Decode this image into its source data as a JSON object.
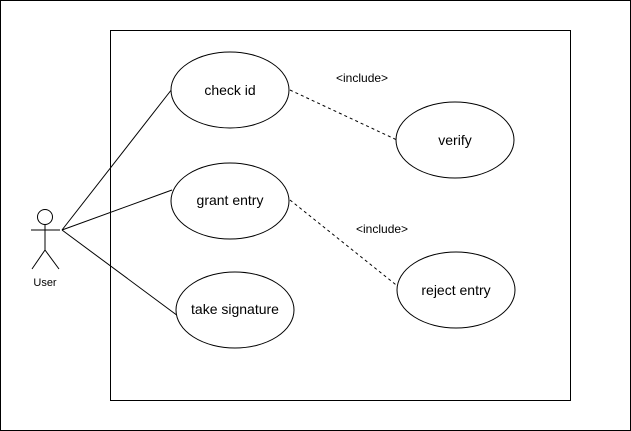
{
  "diagram": {
    "actor": {
      "label": "User"
    },
    "use_cases": {
      "check_id": "check id",
      "verify": "verify",
      "grant_entry": "grant entry",
      "reject_entry": "reject entry",
      "take_signature": "take signature"
    },
    "relations": {
      "include_verify": "<include>",
      "include_reject": "<include>"
    }
  }
}
